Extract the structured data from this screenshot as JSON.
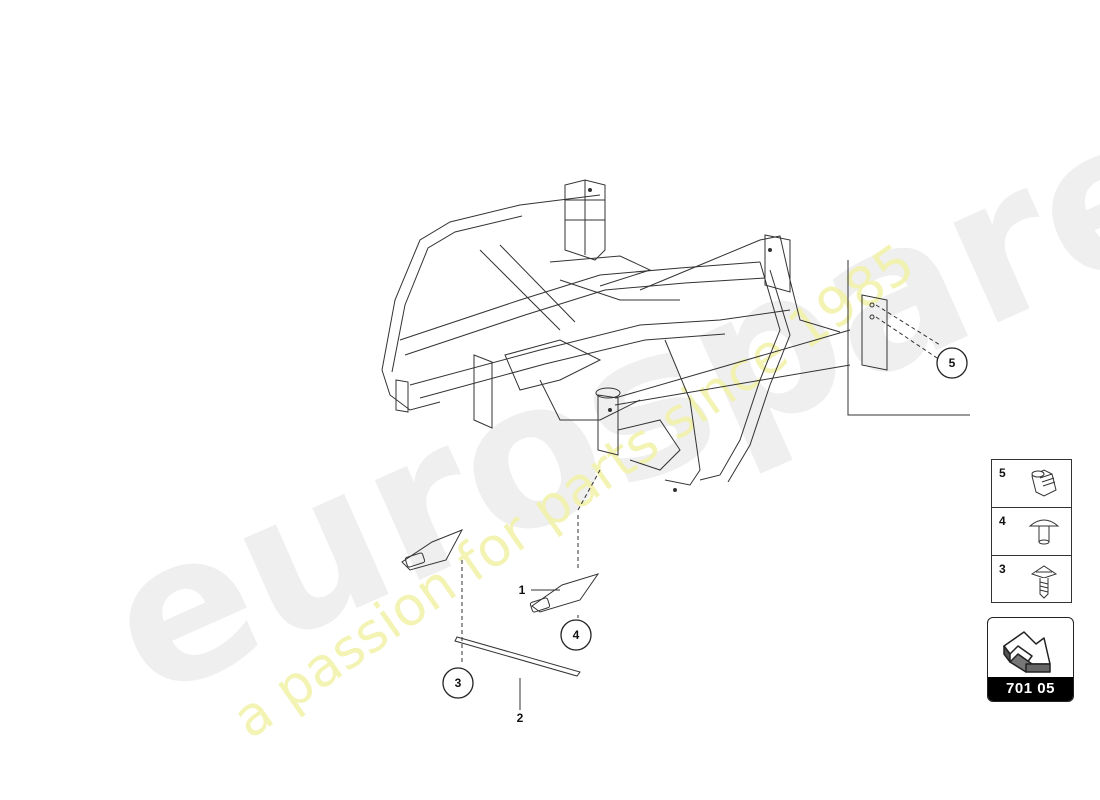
{
  "watermark": {
    "brand": "eurospares",
    "tagline": "a passion for parts since 1985"
  },
  "callouts": {
    "c1": "1",
    "c2": "2",
    "c3": "3",
    "c4": "4",
    "c5": "5"
  },
  "parts_table": [
    {
      "number": "5",
      "icon": "rivet-nut-icon"
    },
    {
      "number": "4",
      "icon": "blind-rivet-icon"
    },
    {
      "number": "3",
      "icon": "screw-icon"
    }
  ],
  "reference": {
    "code": "701 05",
    "icon": "direction-arrow-icon"
  },
  "colors": {
    "line": "#333333",
    "watermark_grey": "#ededed",
    "watermark_yellow": "#f2f2a8",
    "label_bg": "#000000"
  }
}
